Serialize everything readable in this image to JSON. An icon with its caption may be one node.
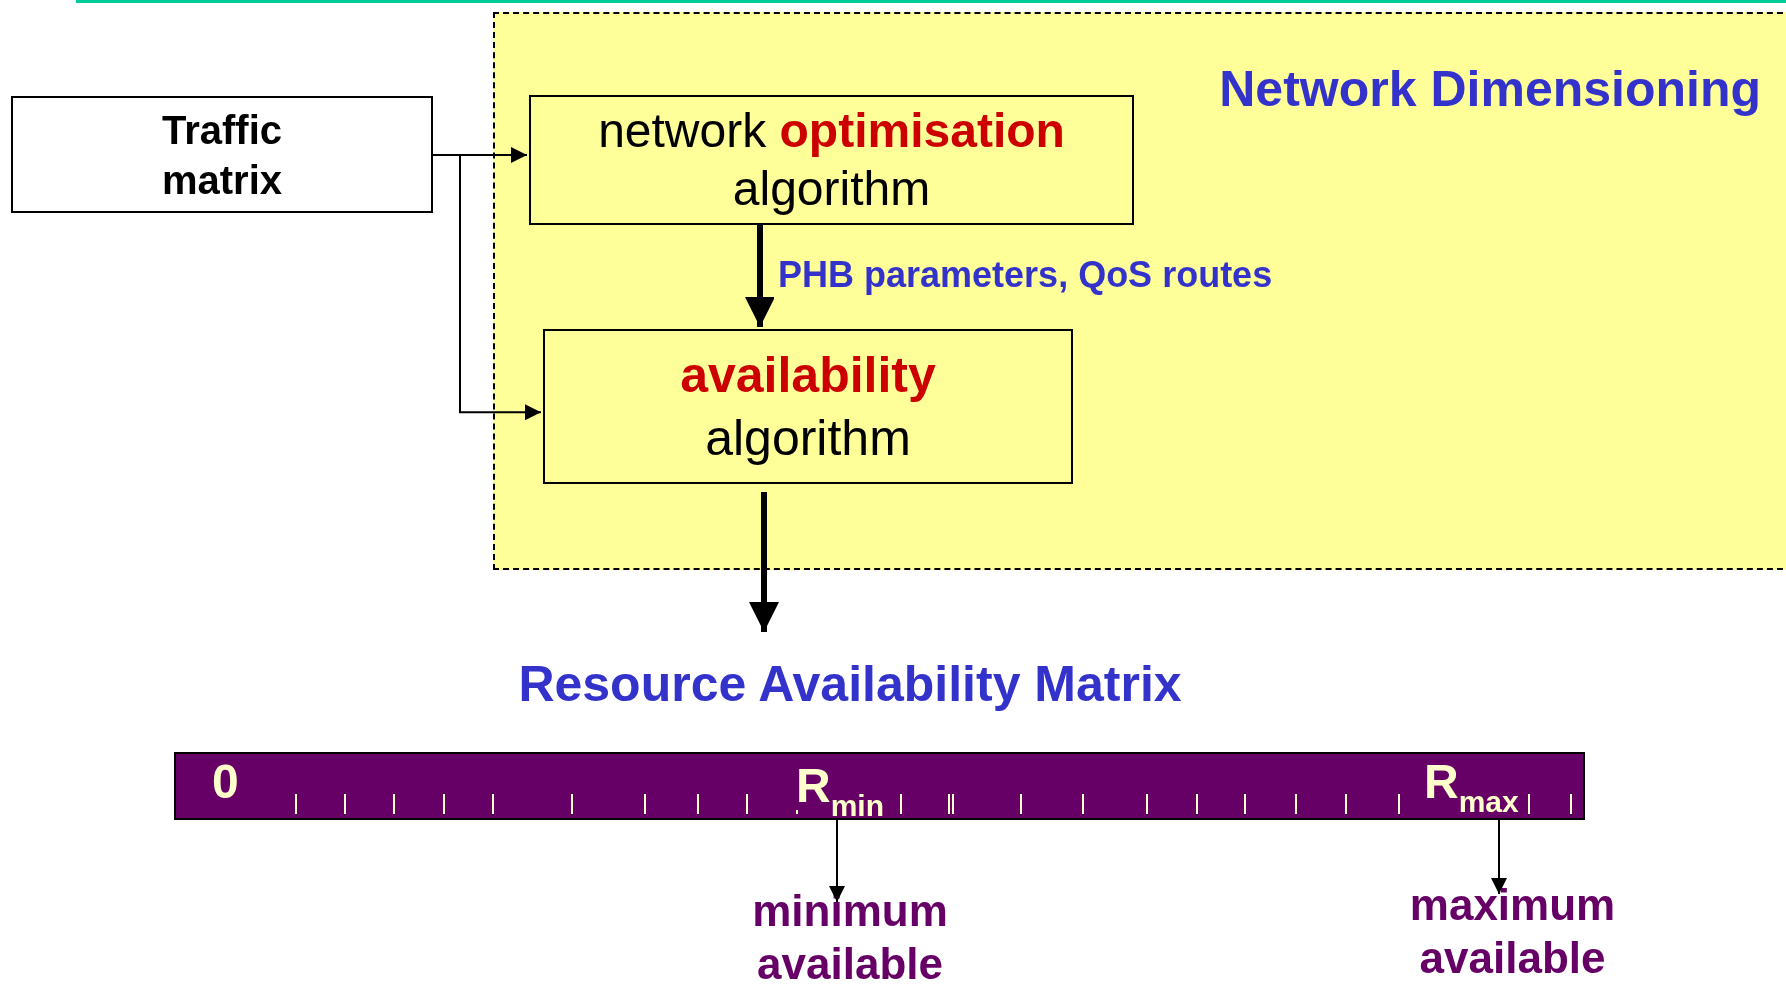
{
  "diagram": {
    "nodes": [
      {
        "text": [
          "Network Dimensioning"
        ]
      },
      {
        "text": [
          "Traffic matrix"
        ]
      },
      {
        "text": [
          "network **optimisation**",
          "algorithm"
        ],
        "in": 0
      },
      {
        "text": [
          "availability",
          "algorithm"
        ],
        "in": 0
      },
      {
        "text": [
          "Resource Availability Matrix"
        ]
      },
      {
        "text": [
          "0",
          "R$_{min}$",
          "R$_{max}$"
        ]
      },
      {
        "text": [
          "minimum available"
        ]
      },
      {
        "text": [
          "maximum available"
        ]
      }
    ],
    "edges": [
      {
        "from": 1,
        "to": 2,
        "arrow": "to"
      },
      {
        "from": 1,
        "to": 3,
        "arrow": "to"
      },
      {
        "from": 2,
        "to": 3,
        "arrow": "to",
        "label": "PHB parameters, QoS routes",
        "style": "thick"
      },
      {
        "from": 3,
        "to": 4,
        "arrow": "to",
        "style": "thick"
      },
      {
        "from": 5,
        "to": 6,
        "arrow": "to"
      },
      {
        "from": 5,
        "to": 7,
        "arrow": "to"
      }
    ]
  }
}
